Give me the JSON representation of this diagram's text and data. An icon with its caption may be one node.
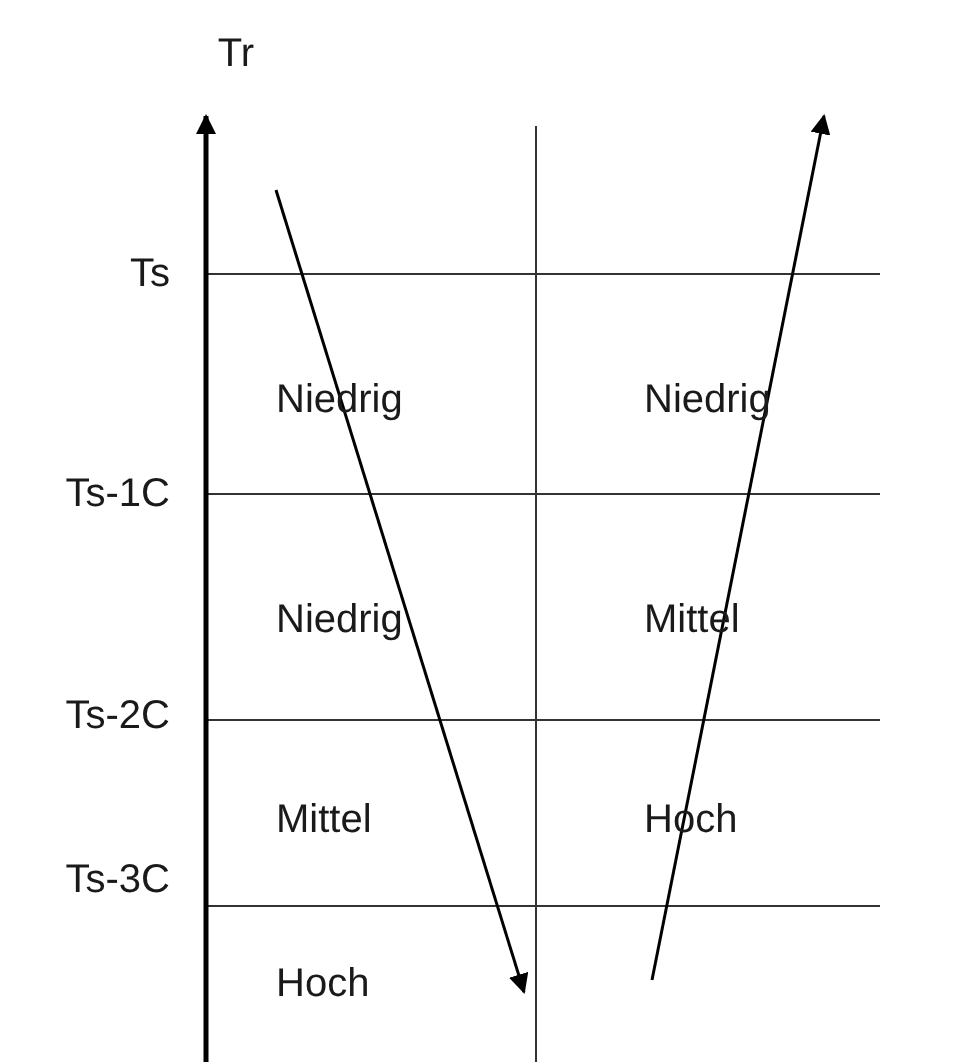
{
  "diagram": {
    "labels": [
      "Tr",
      "Ts",
      "Ts-1C",
      "Ts-2C",
      "Ts-3C",
      "Niedrig",
      "Niedrig",
      "Niedrig",
      "Mittel",
      "Mittel",
      "Hoch",
      "Hoch"
    ]
  }
}
